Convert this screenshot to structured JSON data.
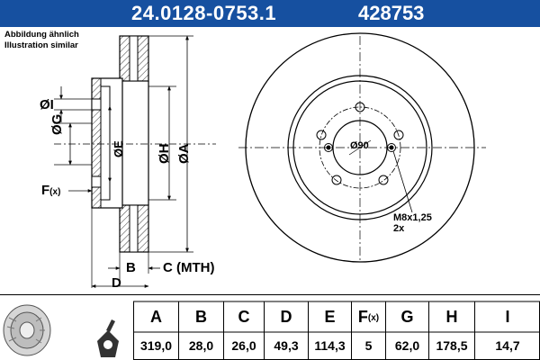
{
  "header": {
    "part_number": "24.0128-0753.1",
    "ref_number": "428753",
    "background": "#1650a0"
  },
  "note": {
    "line1": "Abbildung ähnlich",
    "line2": "Illustration similar"
  },
  "side_view": {
    "label_i": "ØI",
    "label_g": "ØG",
    "label_e": "ØE",
    "label_h": "ØH",
    "label_a": "ØA",
    "label_f": "F",
    "label_f_sub": "(x)",
    "label_b": "B",
    "label_c": "C (MTH)",
    "label_d": "D"
  },
  "front_view": {
    "pcd_label": "Ø90",
    "thread_label": "M8x1,25",
    "thread_count": "2x"
  },
  "table": {
    "headers": [
      {
        "key": "A",
        "text": "A",
        "sub": ""
      },
      {
        "key": "B",
        "text": "B",
        "sub": ""
      },
      {
        "key": "C",
        "text": "C",
        "sub": ""
      },
      {
        "key": "D",
        "text": "D",
        "sub": ""
      },
      {
        "key": "E",
        "text": "E",
        "sub": ""
      },
      {
        "key": "F",
        "text": "F",
        "sub": "(x)"
      },
      {
        "key": "G",
        "text": "G",
        "sub": ""
      },
      {
        "key": "H",
        "text": "H",
        "sub": ""
      },
      {
        "key": "I",
        "text": "I",
        "sub": ""
      }
    ],
    "values": [
      "319,0",
      "28,0",
      "26,0",
      "49,3",
      "114,3",
      "5",
      "62,0",
      "178,5",
      "14,7"
    ]
  },
  "icons": [
    "brake-disc-thumbnail-icon",
    "disc-lug-icon"
  ]
}
